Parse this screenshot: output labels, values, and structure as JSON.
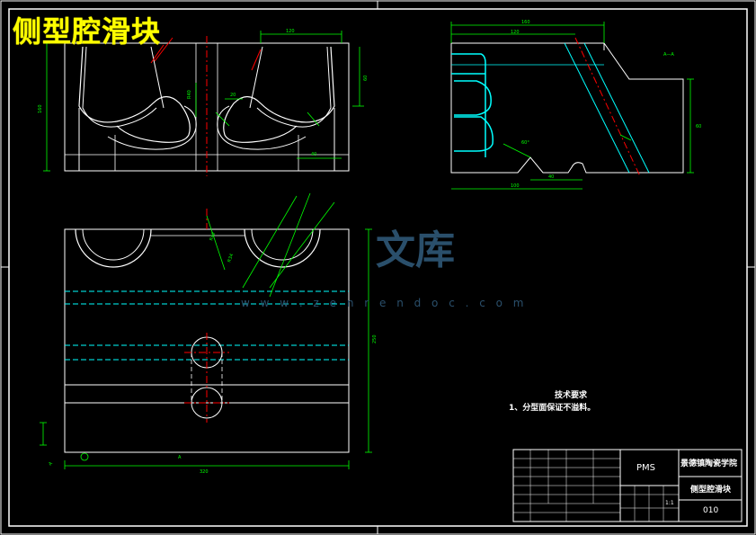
{
  "drawing": {
    "title": "侧型腔滑块",
    "notes_heading": "技术要求",
    "notes_item": "1、分型面保证不溢料。",
    "watermark_text": "文库",
    "watermark_url": "w w w . z e n r e n d o c . c o m"
  },
  "title_block": {
    "code": "PMS",
    "school": "景德镇陶瓷学院",
    "part_name": "侧型腔滑块",
    "number": "010",
    "scale": "1:1"
  },
  "colors": {
    "background": "#000000",
    "outline": "#ffffff",
    "dimension": "#00ff00",
    "hidden": "#00ffff",
    "center": "#ff0000",
    "title": "#ffff00"
  }
}
